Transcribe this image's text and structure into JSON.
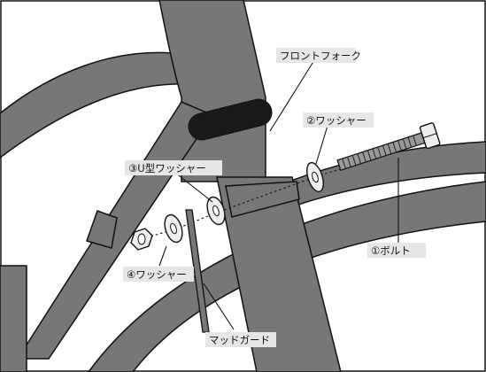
{
  "labels": {
    "front_fork": "フロントフォーク",
    "washer_2": "②ワッシャー",
    "u_washer_3": "③U型ワッシャー",
    "bolt_1": "①ボルト",
    "washer_4": "④ワッシャー",
    "mudguard": "マッドガード"
  },
  "colors": {
    "frame_fill": "#777777",
    "outline": "#111111",
    "band": "#1a1a1a",
    "washer_fill": "#eeeeee",
    "label_bg": "#e6e6e6"
  }
}
